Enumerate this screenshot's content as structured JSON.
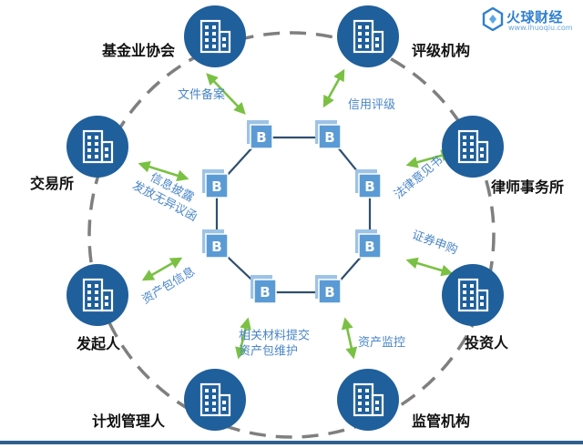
{
  "brand": {
    "name": "火球财经",
    "url": "www.ihuoqiu.com"
  },
  "colors": {
    "org_fill": "#1f5f9b",
    "block_fill": "#5b9bd5",
    "block_shadow": "#9dc3e6",
    "arrow": "#7ac143",
    "label": "#4a86c8",
    "ring": "#7f7f7f",
    "chain_line": "#2f4f6f"
  },
  "block_letter": "B",
  "participants": [
    {
      "id": "p1",
      "name": "基金业协会"
    },
    {
      "id": "p2",
      "name": "评级机构"
    },
    {
      "id": "p3",
      "name": "律师事务所"
    },
    {
      "id": "p4",
      "name": "投资人"
    },
    {
      "id": "p5",
      "name": "监管机构"
    },
    {
      "id": "p6",
      "name": "计划管理人"
    },
    {
      "id": "p7",
      "name": "发起人"
    },
    {
      "id": "p8",
      "name": "交易所"
    }
  ],
  "flows": [
    {
      "id": "f1",
      "lines": [
        "文件备案"
      ]
    },
    {
      "id": "f2",
      "lines": [
        "信用评级"
      ]
    },
    {
      "id": "f3",
      "lines": [
        "法律意见书"
      ]
    },
    {
      "id": "f4",
      "lines": [
        "证券申购"
      ]
    },
    {
      "id": "f5",
      "lines": [
        "资产监控"
      ]
    },
    {
      "id": "f6",
      "lines": [
        "相关材料提交",
        "资产包维护"
      ]
    },
    {
      "id": "f7",
      "lines": [
        "资产包信息"
      ]
    },
    {
      "id": "f8",
      "lines": [
        "信息披露",
        "发放无异议函"
      ]
    }
  ]
}
